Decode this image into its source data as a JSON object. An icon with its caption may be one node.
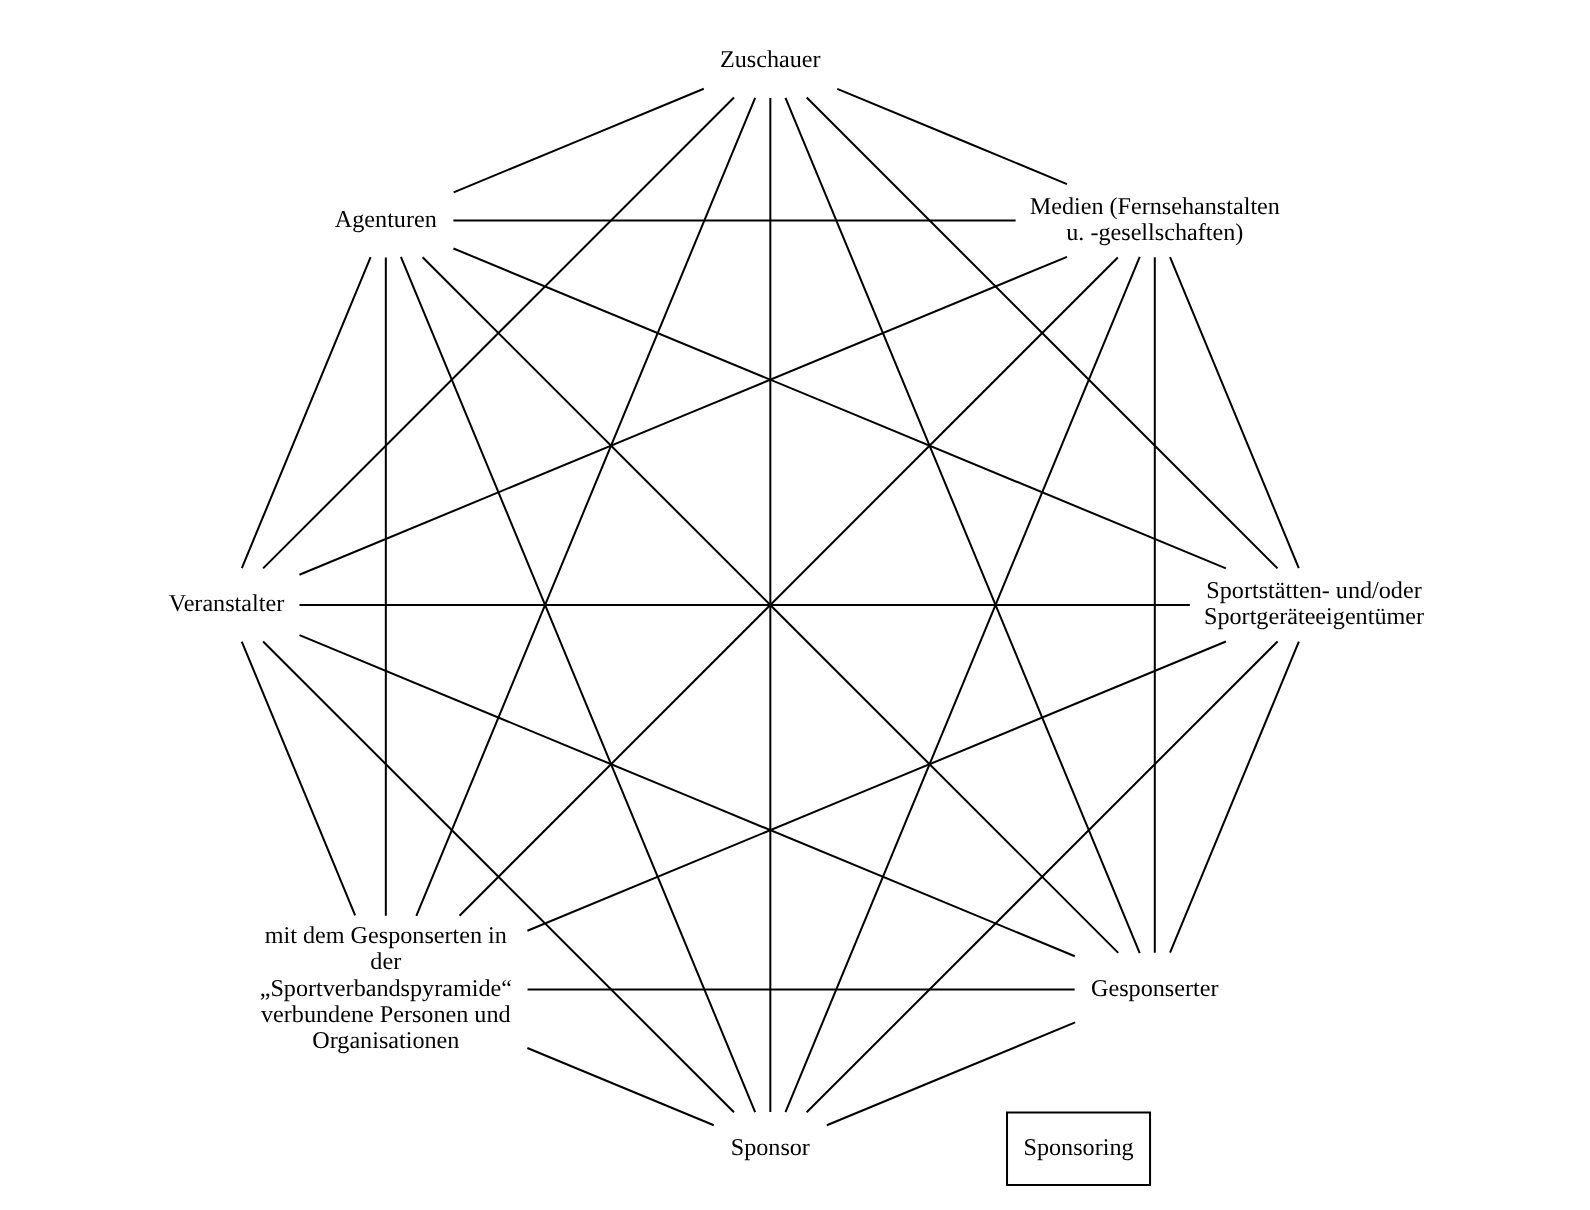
{
  "diagram": {
    "nodes": [
      {
        "text": [
          "Gesponserter"
        ]
      },
      {
        "text": [
          "Sportstätten- und/oder Sportgeräteeigentümer"
        ]
      },
      {
        "text": [
          "mit dem Gesponserten in der „Sportverbandspyramide“ verbundene Personen und Organisationen"
        ]
      },
      {
        "text": [
          "Veranstalter"
        ]
      },
      {
        "text": [
          "Sponsoring"
        ]
      },
      {
        "text": [
          "Agenturen"
        ]
      },
      {
        "text": [
          "Zuschauer"
        ]
      },
      {
        "text": [
          "Medien (Fernsehanstalten u. -gesellschaften)"
        ]
      },
      {
        "text": [
          "Sponsor"
        ]
      }
    ],
    "edges": [
      {
        "from": 0,
        "to": 1,
        "arrow": "none"
      },
      {
        "from": 0,
        "to": 2,
        "arrow": "none"
      },
      {
        "from": 0,
        "to": 3,
        "arrow": "none"
      },
      {
        "from": 0,
        "to": 5,
        "arrow": "none"
      },
      {
        "from": 0,
        "to": 6,
        "arrow": "none"
      },
      {
        "from": 0,
        "to": 7,
        "arrow": "none"
      },
      {
        "from": 0,
        "to": 8,
        "arrow": "none"
      },
      {
        "from": 1,
        "to": 2,
        "arrow": "none"
      },
      {
        "from": 1,
        "to": 3,
        "arrow": "none"
      },
      {
        "from": 1,
        "to": 5,
        "arrow": "none"
      },
      {
        "from": 1,
        "to": 6,
        "arrow": "none"
      },
      {
        "from": 1,
        "to": 7,
        "arrow": "none"
      },
      {
        "from": 1,
        "to": 8,
        "arrow": "none"
      },
      {
        "from": 2,
        "to": 3,
        "arrow": "none"
      },
      {
        "from": 2,
        "to": 5,
        "arrow": "none"
      },
      {
        "from": 2,
        "to": 6,
        "arrow": "none"
      },
      {
        "from": 2,
        "to": 7,
        "arrow": "none"
      },
      {
        "from": 2,
        "to": 8,
        "arrow": "none"
      },
      {
        "from": 3,
        "to": 5,
        "arrow": "none"
      },
      {
        "from": 3,
        "to": 6,
        "arrow": "none"
      },
      {
        "from": 3,
        "to": 7,
        "arrow": "none"
      },
      {
        "from": 3,
        "to": 8,
        "arrow": "none"
      },
      {
        "from": 5,
        "to": 6,
        "arrow": "none"
      },
      {
        "from": 5,
        "to": 7,
        "arrow": "none"
      },
      {
        "from": 5,
        "to": 8,
        "arrow": "none"
      },
      {
        "from": 6,
        "to": 7,
        "arrow": "none"
      },
      {
        "from": 6,
        "to": 8,
        "arrow": "none"
      },
      {
        "from": 7,
        "to": 8,
        "arrow": "none"
      }
    ]
  }
}
